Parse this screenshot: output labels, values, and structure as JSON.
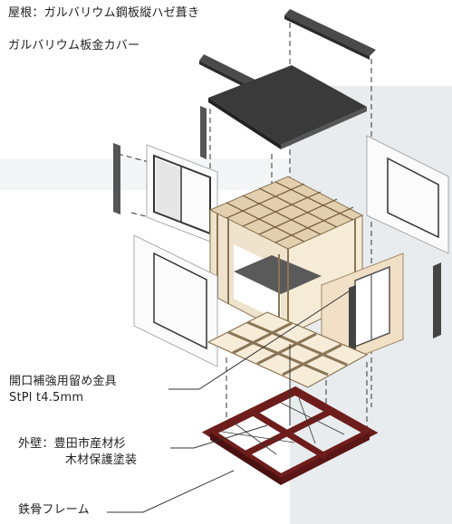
{
  "labels": {
    "roof": "屋根：ガルバリウム鋼板縦ハゼ葺き",
    "roof_cover": "ガルバリウム板金カバー",
    "opening_hardware": "開口補強用留め金具",
    "opening_hardware_spec": "StPl t4.5mm",
    "exterior_wall": "外壁：豊田市産材杉",
    "exterior_wall_finish": "木材保護塗装",
    "steel_frame": "鉄骨フレーム"
  },
  "colors": {
    "roof_panel": "#3a3a3a",
    "dark_trim": "#4a4a4a",
    "timber": "#e2cfae",
    "plywood": "#f1e0c6",
    "steel_frame": "#6e1d1d",
    "wall_panel": "#fbfbfb",
    "backdrop": "#e9ecee",
    "leader_line": "#333333"
  }
}
